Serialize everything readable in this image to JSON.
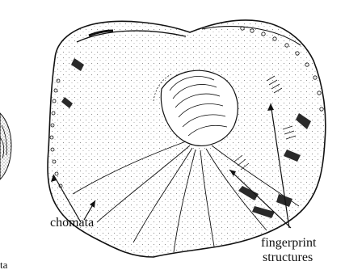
{
  "figure": {
    "labels": {
      "chomata": "chomata",
      "fingerprint_line1": "fingerprint",
      "fingerprint_line2": "structures",
      "cropped_left": "ta"
    },
    "colors": {
      "ink": "#111111",
      "paper": "#ffffff",
      "shade": "#2a2a2a"
    }
  }
}
